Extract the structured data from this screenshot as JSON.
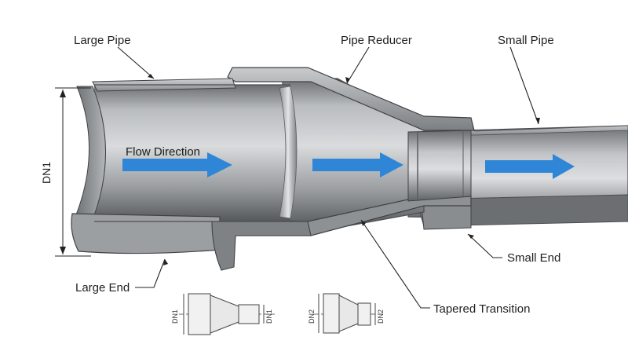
{
  "labels": {
    "large_pipe": "Large Pipe",
    "pipe_reducer": "Pipe Reducer",
    "small_pipe": "Small Pipe",
    "flow_direction": "Flow Direction",
    "dn1": "DN1",
    "small_end": "Small End",
    "large_end": "Large End",
    "tapered_transition": "Tapered Transition"
  },
  "schematics": [
    {
      "left_label": "DN1",
      "right_label": "DN1",
      "style": "concentric"
    },
    {
      "left_label": "DN2",
      "right_label": "DN2",
      "style": "eccentric"
    }
  ],
  "colors": {
    "arrow": "#2f86d6",
    "metal_dark": "#5e6164",
    "metal_mid": "#a3a6a9",
    "metal_light": "#d8dadc",
    "line": "#222222"
  }
}
